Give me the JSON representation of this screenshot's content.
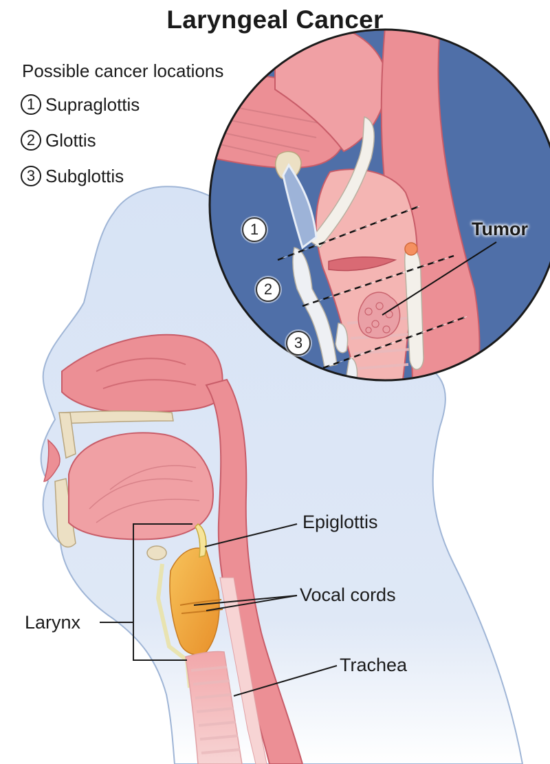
{
  "title": "Laryngeal Cancer",
  "legend": {
    "heading": "Possible cancer locations",
    "items": [
      {
        "number": "1",
        "label": "Supraglottis"
      },
      {
        "number": "2",
        "label": "Glottis"
      },
      {
        "number": "3",
        "label": "Subglottis"
      }
    ]
  },
  "inset": {
    "zone_markers": [
      "1",
      "2",
      "3"
    ],
    "tumor_label": "Tumor"
  },
  "callouts": {
    "epiglottis": "Epiglottis",
    "vocal_cords": "Vocal cords",
    "trachea": "Trachea",
    "larynx": "Larynx"
  },
  "colors": {
    "skin": "#d7e3f5",
    "skin_outline": "#9fb5d6",
    "tissue": "#ec8f95",
    "tissue_light": "#f4b5b3",
    "tissue_dark": "#c85c68",
    "cartilage": "#ece0c4",
    "larynx_highlight": "#f2a93a",
    "inset_background": "#4f6fa8"
  }
}
